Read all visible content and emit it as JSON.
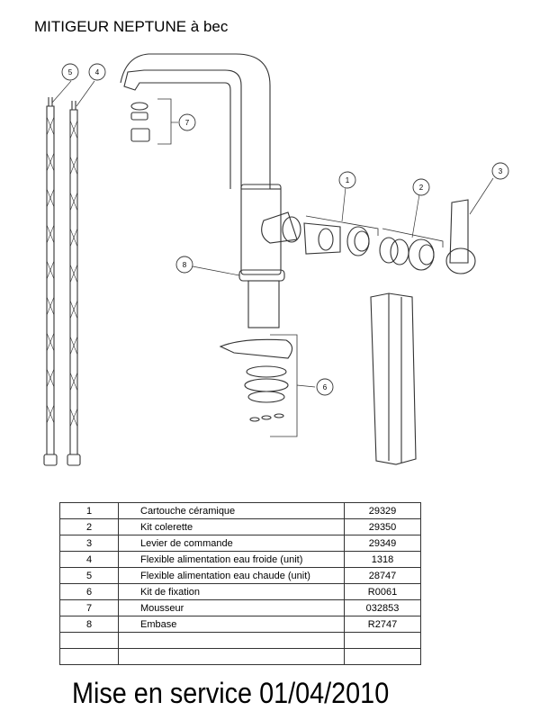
{
  "title": "MITIGEUR NEPTUNE à bec",
  "callouts": [
    "1",
    "2",
    "3",
    "4",
    "5",
    "6",
    "7",
    "8"
  ],
  "parts": [
    {
      "num": "1",
      "desc": "Cartouche céramique",
      "ref": "29329"
    },
    {
      "num": "2",
      "desc": "Kit colerette",
      "ref": "29350"
    },
    {
      "num": "3",
      "desc": "Levier de commande",
      "ref": "29349"
    },
    {
      "num": "4",
      "desc": "Flexible alimentation eau froide (unit)",
      "ref": "1318"
    },
    {
      "num": "5",
      "desc": "Flexible alimentation eau chaude (unit)",
      "ref": "28747"
    },
    {
      "num": "6",
      "desc": "Kit de fixation",
      "ref": "R0061"
    },
    {
      "num": "7",
      "desc": "Mousseur",
      "ref": "032853"
    },
    {
      "num": "8",
      "desc": "Embase",
      "ref": "R2747"
    },
    {
      "num": "",
      "desc": "",
      "ref": ""
    },
    {
      "num": "",
      "desc": "",
      "ref": ""
    }
  ],
  "footer": "Mise en service 01/04/2010"
}
